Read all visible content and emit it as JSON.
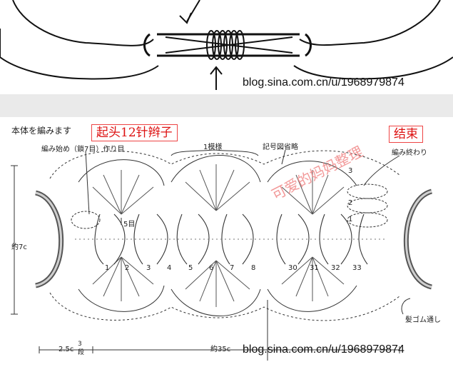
{
  "watermark_top": "blog.sina.com.cn/u/1968979874",
  "watermark_bottom": "blog.sina.com.cn/u/1968979874",
  "title": "本体を編みます",
  "stamp_start": "起头12针辫子",
  "stamp_end": "结束",
  "overlay_handwriting": "可爱的妈妈整理",
  "labels": {
    "start": "編み始め（鎖7目）作り目",
    "repeat": "1模様",
    "abbrev": "記号図省略",
    "end": "編み終わり",
    "height": "約7c",
    "rounds_5": "5目",
    "width_left": "2.5c",
    "width_left_sub_top": "3",
    "width_left_sub_bottom": "段",
    "width_total": "約35c",
    "hair_tie": "髪ゴム通し"
  },
  "row_marks": [
    "3",
    "2",
    "1"
  ],
  "column_numbers": [
    "1",
    "2",
    "3",
    "4",
    "5",
    "6",
    "7",
    "8",
    "30",
    "31",
    "32",
    "33"
  ]
}
